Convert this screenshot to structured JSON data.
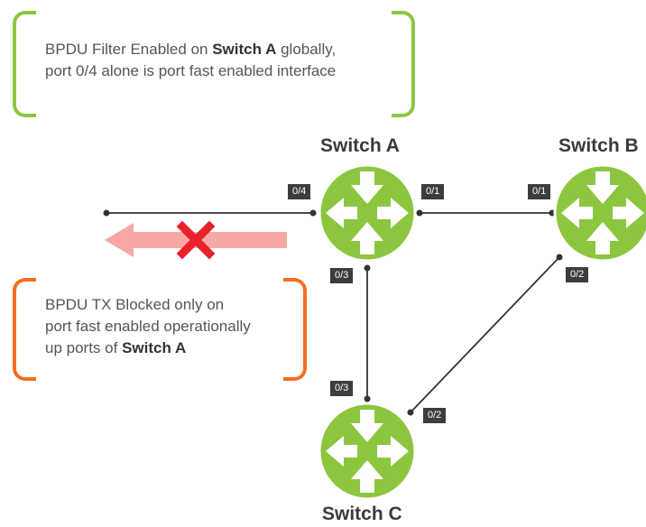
{
  "notes": {
    "filter": {
      "line1_prefix": "BPDU Filter Enabled on ",
      "line1_bold": "Switch A",
      "line1_suffix": " globally,",
      "line2": "port 0/4 alone is port fast enabled interface"
    },
    "blocked": {
      "line1": "BPDU TX Blocked only on",
      "line2": "port fast enabled operationally",
      "line3_prefix": "up ports of ",
      "line3_bold": "Switch A"
    }
  },
  "switches": {
    "a": {
      "label": "Switch A"
    },
    "b": {
      "label": "Switch B"
    },
    "c": {
      "label": "Switch C"
    }
  },
  "ports": {
    "a_04": "0/4",
    "a_01": "0/1",
    "b_01": "0/1",
    "b_02": "0/2",
    "a_03": "0/3",
    "c_03": "0/3",
    "c_02": "0/2"
  },
  "colors": {
    "switch_fill": "#8cc63f",
    "switch_ring": "#ffffff",
    "filter_bracket": "#8cc63f",
    "blocked_bracket": "#f26f21",
    "blocked_arrow": "#f7a7a4",
    "blocked_x": "#e8212a",
    "link": "#333333",
    "port_tag": "#3d3d3d"
  },
  "icons": {
    "switch": "four-arrows-router-icon",
    "blocked": "red-x-icon",
    "direction": "left-arrow-icon"
  }
}
